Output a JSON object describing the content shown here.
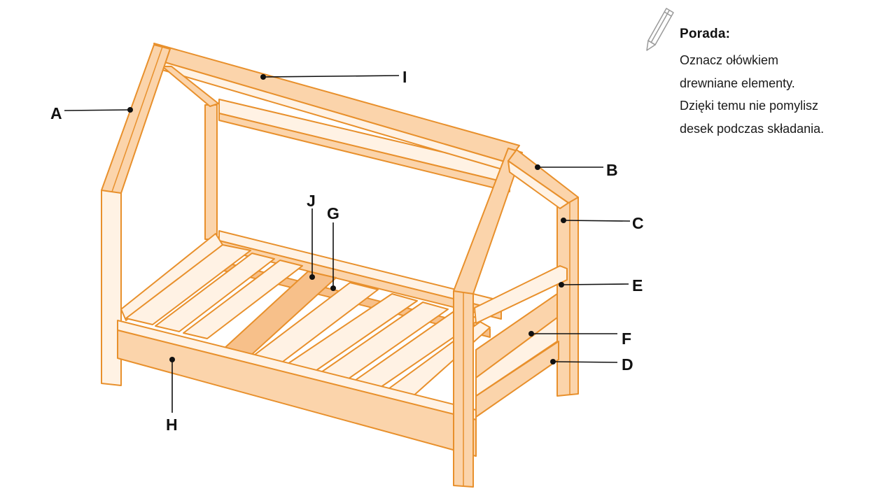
{
  "colors": {
    "wood_fill": "#fbd4ab",
    "wood_fill_dark": "#f7c08a",
    "wood_light": "#fff2e4",
    "outline": "#e8902c",
    "leader": "#111111"
  },
  "tip": {
    "icon": "pencil-icon",
    "title": "Porada:",
    "lines": [
      "Oznacz ołówkiem",
      "drewniane elementy.",
      "Dzięki temu nie pomylisz",
      "desek podczas składania."
    ]
  },
  "labels": {
    "A": "A",
    "B": "B",
    "C": "C",
    "D": "D",
    "E": "E",
    "F": "F",
    "G": "G",
    "H": "H",
    "I": "I",
    "J": "J"
  }
}
